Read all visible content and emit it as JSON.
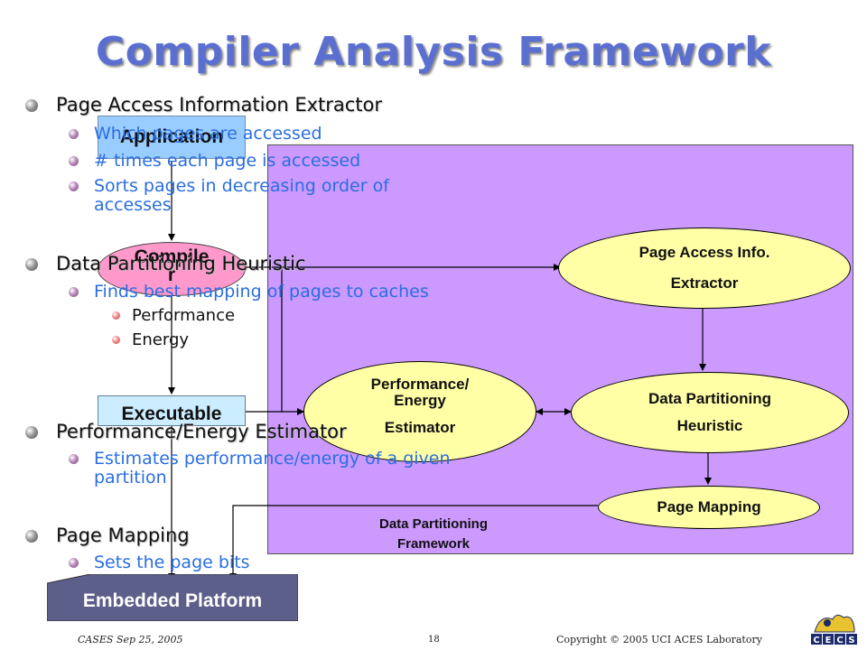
{
  "slide": {
    "title": "Compiler Analysis Framework"
  },
  "bullets": {
    "b1": "Page Access Information Extractor",
    "b1_s1": "Which pages are accessed",
    "b1_s2": "# times each page is accessed",
    "b1_s3": "Sorts pages in decreasing order of accesses",
    "b2": "Data Partitioning Heuristic",
    "b2_s1": "Finds best mapping of pages to caches",
    "b2_s1_a": "Performance",
    "b2_s1_b": "Energy",
    "b3": "Performance/Energy Estimator",
    "b3_s1": "Estimates performance/energy of a given partition",
    "b4": "Page Mapping",
    "b4_s1": "Sets the page bits"
  },
  "flow": {
    "application": "Application",
    "compiler_line1": "Compile",
    "compiler_line2": "r",
    "executable": "Executable",
    "embedded_platform": "Embedded Platform"
  },
  "framework": {
    "label_line1": "Data Partitioning",
    "label_line2": "Framework",
    "page_access_line1": "Page Access Info.",
    "page_access_line2": "Extractor",
    "data_partitioning_line1": "Data Partitioning",
    "data_partitioning_line2": "Heuristic",
    "perf_energy_line1": "Performance/",
    "perf_energy_line2": "Energy",
    "perf_energy_line3": "Estimator",
    "page_mapping": "Page Mapping"
  },
  "footer": {
    "left": "CASES  Sep 25, 2005",
    "page_number": "18",
    "copyright": "Copyright © 2005 UCI ACES Laboratory",
    "logo_text": "CECS"
  },
  "colors": {
    "title": "#5a6fd0",
    "framework_bg": "#cc99ff",
    "ellipse_fill": "#ffffa6",
    "application_box": "#99ccff",
    "compiler_oval": "#ff99cc",
    "executable_box": "#ccecff",
    "platform_box": "#5c5f8a",
    "subbullet_text": "#2a6ee0"
  }
}
